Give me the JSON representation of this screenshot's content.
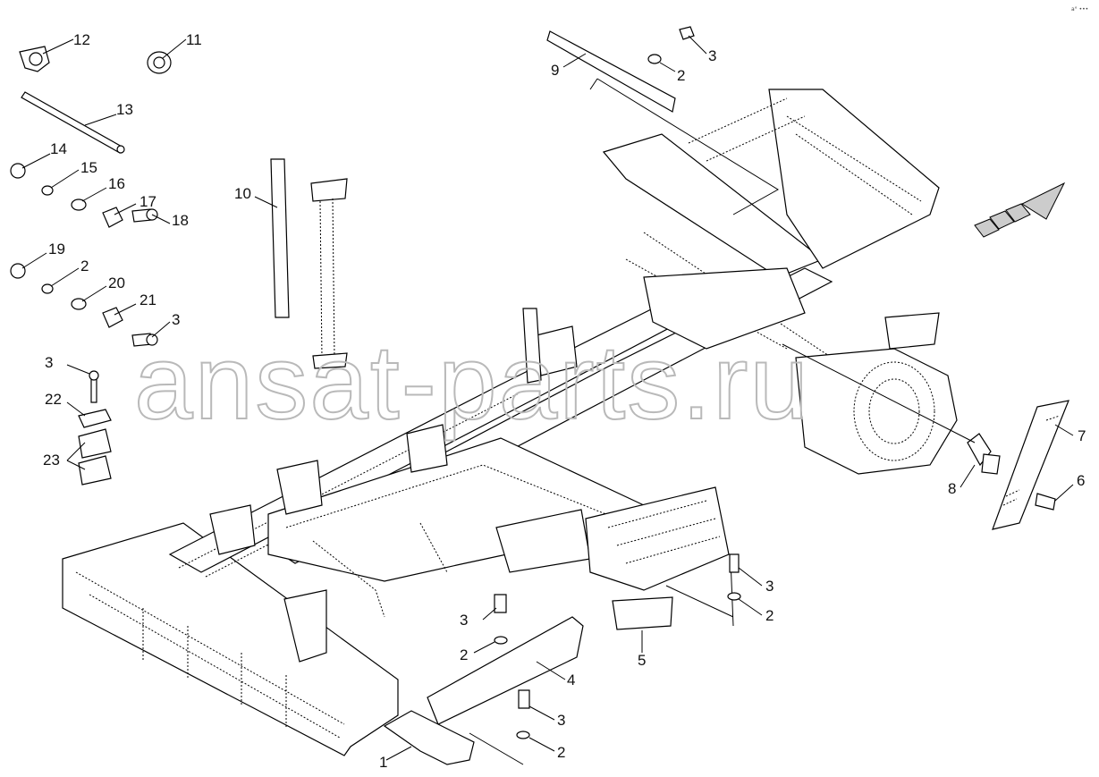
{
  "watermark": "ansat-parts.ru",
  "corner_mark": "a° •••",
  "callouts": [
    {
      "id": "c12",
      "text": "12"
    },
    {
      "id": "c11",
      "text": "11"
    },
    {
      "id": "c13",
      "text": "13"
    },
    {
      "id": "c14",
      "text": "14"
    },
    {
      "id": "c15",
      "text": "15"
    },
    {
      "id": "c16",
      "text": "16"
    },
    {
      "id": "c17",
      "text": "17"
    },
    {
      "id": "c18",
      "text": "18"
    },
    {
      "id": "c19",
      "text": "19"
    },
    {
      "id": "c2a",
      "text": "2"
    },
    {
      "id": "c20",
      "text": "20"
    },
    {
      "id": "c21",
      "text": "21"
    },
    {
      "id": "c3a",
      "text": "3"
    },
    {
      "id": "c3b",
      "text": "3"
    },
    {
      "id": "c22",
      "text": "22"
    },
    {
      "id": "c23",
      "text": "23"
    },
    {
      "id": "c10",
      "text": "10"
    },
    {
      "id": "c9",
      "text": "9"
    },
    {
      "id": "c3c",
      "text": "3"
    },
    {
      "id": "c2b",
      "text": "2"
    },
    {
      "id": "c7",
      "text": "7"
    },
    {
      "id": "c8",
      "text": "8"
    },
    {
      "id": "c6",
      "text": "6"
    },
    {
      "id": "c3d",
      "text": "3"
    },
    {
      "id": "c2c",
      "text": "2"
    },
    {
      "id": "c5",
      "text": "5"
    },
    {
      "id": "c3e",
      "text": "3"
    },
    {
      "id": "c2d",
      "text": "2"
    },
    {
      "id": "c4",
      "text": "4"
    },
    {
      "id": "c3f",
      "text": "3"
    },
    {
      "id": "c2e",
      "text": "2"
    },
    {
      "id": "c1",
      "text": "1"
    }
  ],
  "icons": {
    "direction_arrow": "forward-direction-arrow-icon"
  }
}
